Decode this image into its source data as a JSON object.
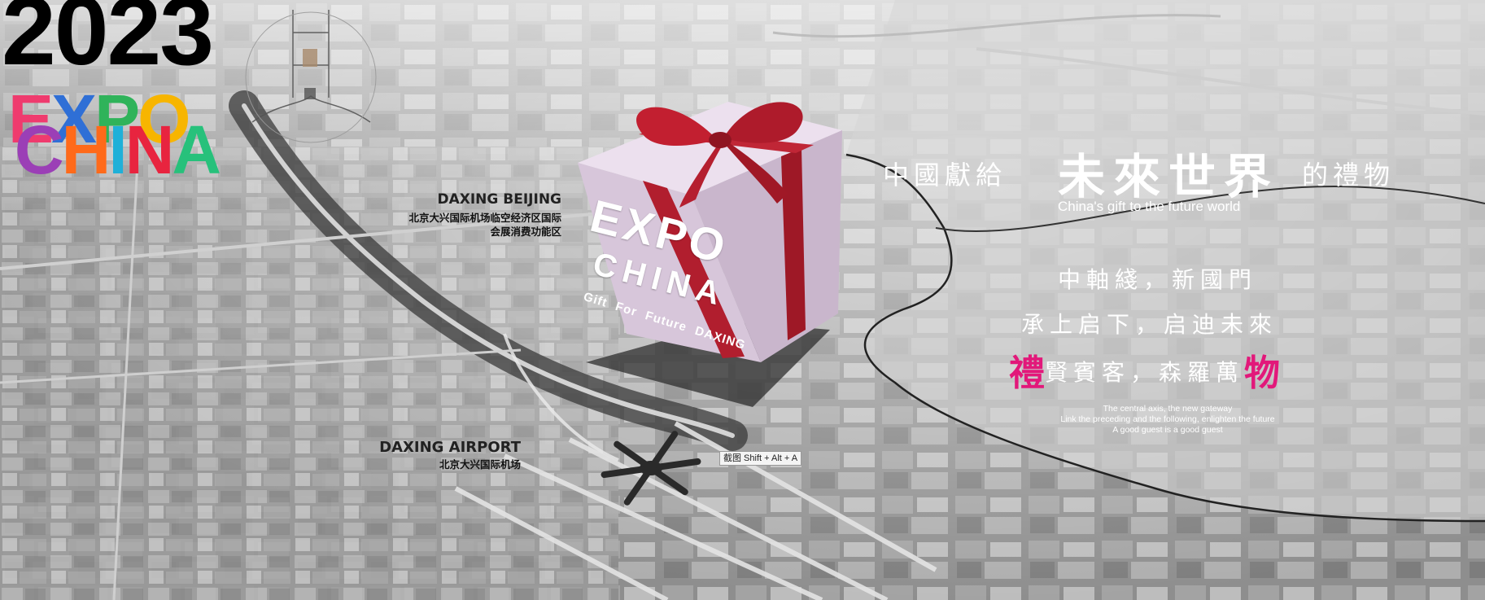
{
  "year": "2023",
  "logo": {
    "line1": [
      "E",
      "X",
      "P",
      "O"
    ],
    "line2": [
      "C",
      "H",
      "I",
      "N",
      "A"
    ],
    "colors": [
      "#ef3b6e",
      "#2f6fd6",
      "#2fb35a",
      "#f7b500",
      "#9b3fb6",
      "#ff6a1a",
      "#1fb0d8",
      "#e8243f",
      "#27c17b"
    ]
  },
  "labels": {
    "daxing_beijing": {
      "title": "DAXING BEIJING",
      "line1": "北京大兴国际机场临空经济区国际",
      "line2": "会展消费功能区"
    },
    "daxing_airport": {
      "title": "DAXING AIRPORT",
      "sub": "北京大兴国际机场"
    }
  },
  "gift": {
    "line1": "EXPO",
    "line2": "CHINA",
    "tagline": "Gift For Future DAXING",
    "box_color": "#d9c8dc",
    "ribbon_color": "#b11e2e"
  },
  "headline": {
    "prefix": "中國獻給",
    "emphasis": "未來世界",
    "suffix": "的禮物",
    "english": "China's gift to the future world"
  },
  "poem": {
    "line1": "中軸綫，新國門",
    "line2": "承上启下，启迪未來",
    "line3_first": "禮",
    "line3_middle": "賢賓客，森羅萬",
    "line3_last": "物",
    "accent": "#e2187a"
  },
  "english_lines": [
    "The central axis, the new gateway",
    "Link the preceding and the following, enlighten the future",
    "A good guest is a good guest"
  ],
  "tooltip": "截图 Shift + Alt + A"
}
